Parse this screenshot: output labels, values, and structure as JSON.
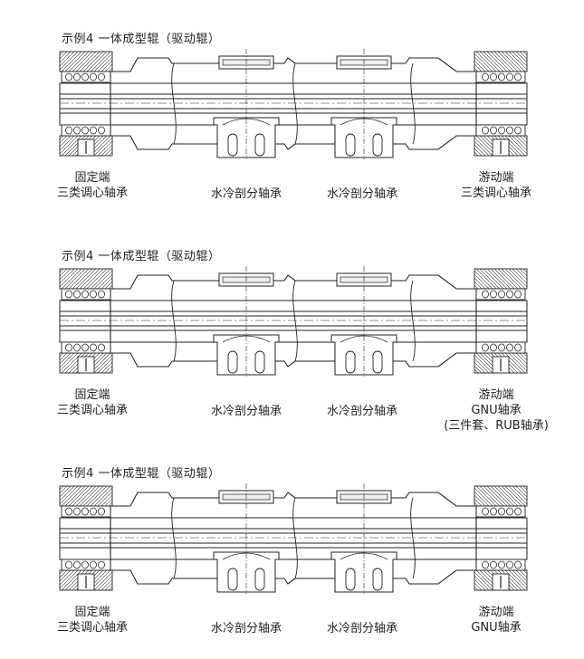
{
  "sections": [
    {
      "title": "示例4  一体成型辊（驱动辊）",
      "left_label": [
        "固定端",
        "三类调心轴承"
      ],
      "mid_label_1": "水冷剖分轴承",
      "mid_label_2": "水冷剖分轴承",
      "right_label": [
        "游动端",
        "三类调心轴承"
      ]
    },
    {
      "title": "示例4  一体成型辊（驱动辊）",
      "left_label": [
        "固定端",
        "三类调心轴承"
      ],
      "mid_label_1": "水冷剖分轴承",
      "mid_label_2": "水冷剖分轴承",
      "right_label": [
        "游动端",
        "GNU轴承",
        "(三件套、RUB轴承)"
      ]
    },
    {
      "title": "示例4  一体成型辊（驱动辊）",
      "left_label": [
        "固定端",
        "三类调心轴承"
      ],
      "mid_label_1": "水冷剖分轴承",
      "mid_label_2": "水冷剖分轴承",
      "right_label": [
        "游动端",
        "GNU轴承"
      ]
    }
  ]
}
